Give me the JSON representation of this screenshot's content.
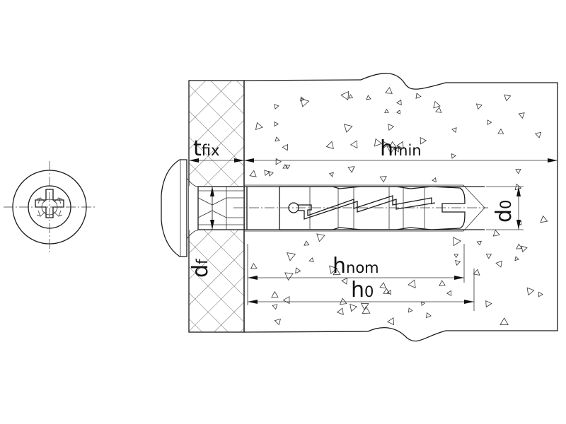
{
  "diagram": {
    "labels": {
      "t_main": "t",
      "t_sub": "fix",
      "hmin_main": "h",
      "hmin_sub": "min",
      "hnom_main": "h",
      "hnom_sub": "nom",
      "h0_main": "h",
      "h0_sub": "0",
      "d0_main": "d",
      "d0_sub": "0",
      "df_main": "d",
      "df_sub": "f"
    },
    "colors": {
      "line": "#1a1a1a",
      "background": "#ffffff"
    }
  }
}
